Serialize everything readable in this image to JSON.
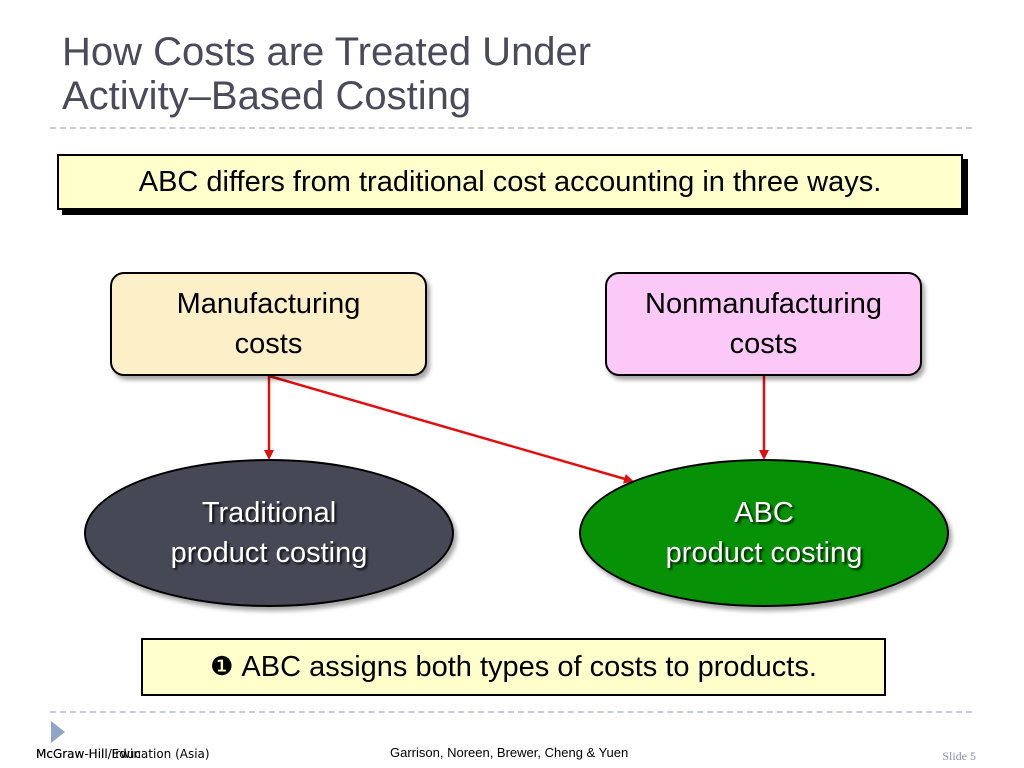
{
  "title": {
    "line1": "How Costs are Treated Under",
    "line2": "Activity–Based Costing"
  },
  "callout_top": "ABC differs from traditional cost accounting in three ways.",
  "boxes": {
    "manufacturing": {
      "line1": "Manufacturing",
      "line2": "costs",
      "color": "#fdf0c9"
    },
    "nonmanufacturing": {
      "line1": "Nonmanufacturing",
      "line2": "costs",
      "color": "#fbc8f8"
    }
  },
  "ellipses": {
    "traditional": {
      "line1": "Traditional",
      "line2": "product costing",
      "color": "#474856"
    },
    "abc": {
      "line1": "ABC",
      "line2": "product costing",
      "color": "#069106"
    }
  },
  "callout_bottom": {
    "marker": "❶",
    "text": "ABC assigns both types of costs to products."
  },
  "arrow_color": "#e01010",
  "footer": {
    "left": "McGraw-Hill/Irwin",
    "left_overlap": "McGraw-Hill Education (Asia)",
    "center": "Garrison, Noreen, Brewer, Cheng & Yuen",
    "slide_label": "Slide",
    "slide_number": "5"
  }
}
